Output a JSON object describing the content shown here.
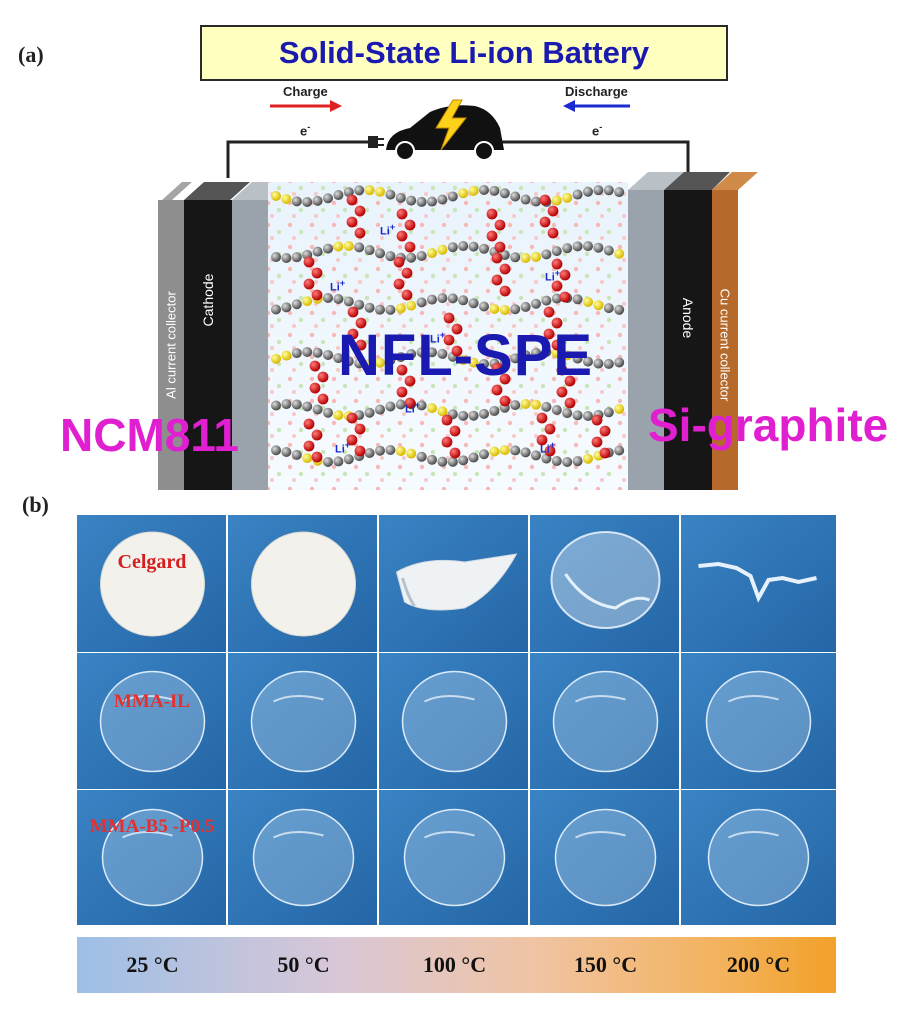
{
  "panel_a": {
    "label": "(a)",
    "title": "Solid-State Li-ion Battery",
    "charge_label": "Charge",
    "discharge_label": "Discharge",
    "electron_left": "e",
    "electron_right": "e",
    "electron_sup": "-",
    "al_collector": "Al current collector",
    "cathode": "Cathode",
    "anode": "Anode",
    "cu_collector": "Cu current collector",
    "electrolyte": "NFL-SPE",
    "cathode_material": "NCM811",
    "anode_material": "Si-graphite",
    "li_ion": "Li",
    "li_sup": "+",
    "colors": {
      "title_text": "#1a1ab0",
      "title_bg": "#ffffc0",
      "charge_arrow": "#e02020",
      "discharge_arrow": "#1a2ad0",
      "material_label": "#e020d0",
      "electrolyte_text": "#1a1ab0",
      "cu_collector": "#b56a2c"
    }
  },
  "panel_b": {
    "label": "(b)",
    "rows": [
      "Celgard",
      "MMA-IL",
      "MMA-B5 -P0.5"
    ],
    "temperatures": [
      "25 °C",
      "50 °C",
      "100 °C",
      "150 °C",
      "200 °C"
    ],
    "colors": {
      "background": "#2f74b4",
      "row_label": "#e53030"
    }
  }
}
